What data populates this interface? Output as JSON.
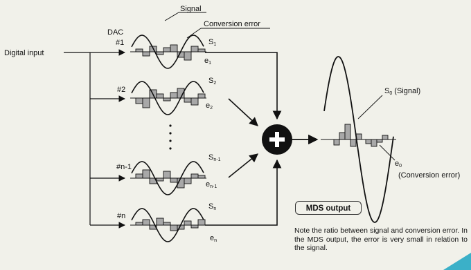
{
  "labels": {
    "digital_input": "Digital input",
    "dac": "DAC",
    "ch1": "#1",
    "ch2": "#2",
    "ch_n1": "#n-1",
    "ch_n": "#n",
    "signal": "Signal",
    "conversion_error": "Conversion error",
    "s1": {
      "main": "S",
      "sub": "1"
    },
    "e1": {
      "main": "e",
      "sub": "1"
    },
    "s2": {
      "main": "S",
      "sub": "2"
    },
    "e2": {
      "main": "e",
      "sub": "2"
    },
    "sn1": {
      "main": "S",
      "sub": "n-1"
    },
    "en1": {
      "main": "e",
      "sub": "n-1"
    },
    "sn": {
      "main": "S",
      "sub": "n"
    },
    "en": {
      "main": "e",
      "sub": "n"
    },
    "s0": {
      "main": "S",
      "sub": "0",
      "tail": " (Signal)"
    },
    "e0": {
      "main": "e",
      "sub": "0"
    },
    "e0_desc": "(Conversion error)",
    "dots": ":"
  },
  "mds_title": "MDS output",
  "note": "Note the ratio between signal and conversion error. In the MDS output, the error is very small in relation to the signal.",
  "colors": {
    "background": "#f1f1ea",
    "line": "#111111",
    "error_fill": "#a8a8a8",
    "summer": "#111111",
    "corner_accent": "#3bb0c8"
  }
}
